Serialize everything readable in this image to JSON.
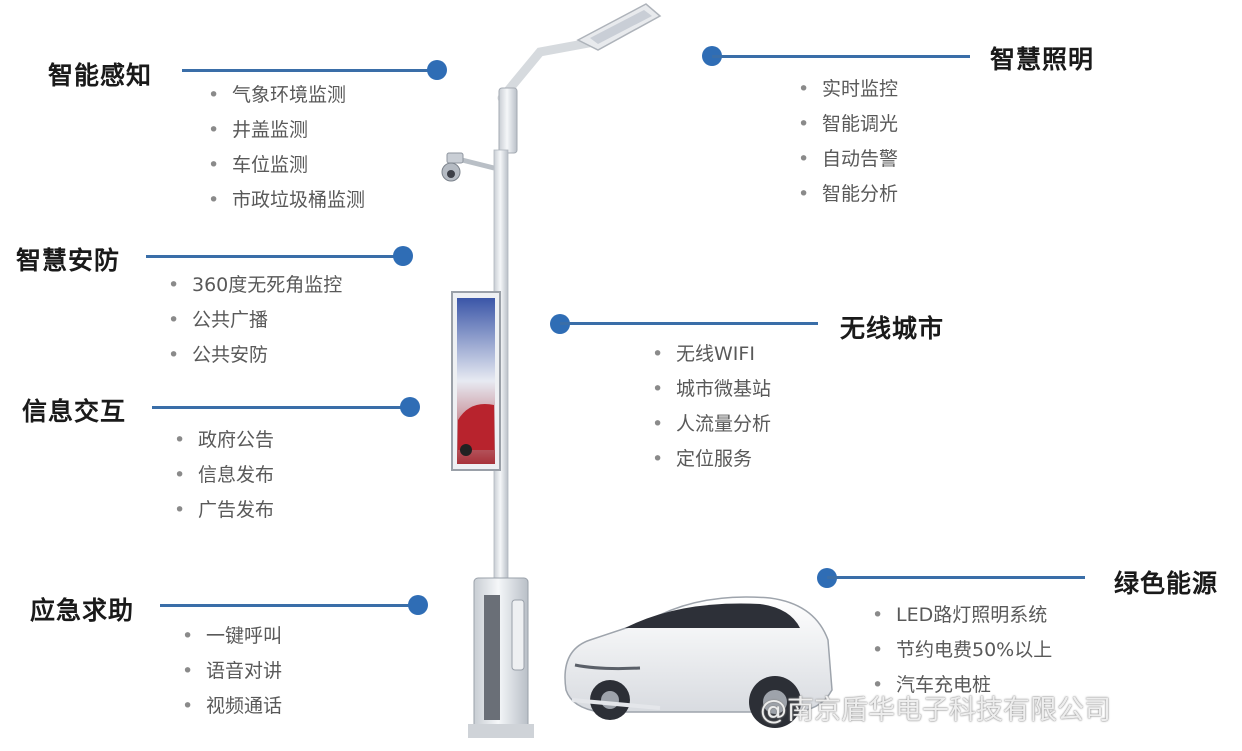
{
  "sections": {
    "perception": {
      "title": "智能感知",
      "items": [
        "气象环境监测",
        "井盖监测",
        "车位监测",
        "市政垃圾桶监测"
      ]
    },
    "lighting": {
      "title": "智慧照明",
      "items": [
        "实时监控",
        "智能调光",
        "自动告警",
        "智能分析"
      ]
    },
    "security": {
      "title": "智慧安防",
      "items": [
        "360度无死角监控",
        "公共广播",
        "公共安防"
      ]
    },
    "wireless": {
      "title": "无线城市",
      "items": [
        "无线WIFI",
        "城市微基站",
        "人流量分析",
        "定位服务"
      ]
    },
    "info": {
      "title": "信息交互",
      "items": [
        "政府公告",
        "信息发布",
        "广告发布"
      ]
    },
    "energy": {
      "title": "绿色能源",
      "items": [
        "LED路灯照明系统",
        "节约电费50%以上",
        "汽车充电桩"
      ]
    },
    "emergency": {
      "title": "应急求助",
      "items": [
        "一键呼叫",
        "语音对讲",
        "视频通话"
      ]
    }
  },
  "watermark": "@南京盾华电子科技有限公司",
  "colors": {
    "accent": "#2f6db5",
    "title": "#1a1a1a",
    "item": "#595959"
  }
}
